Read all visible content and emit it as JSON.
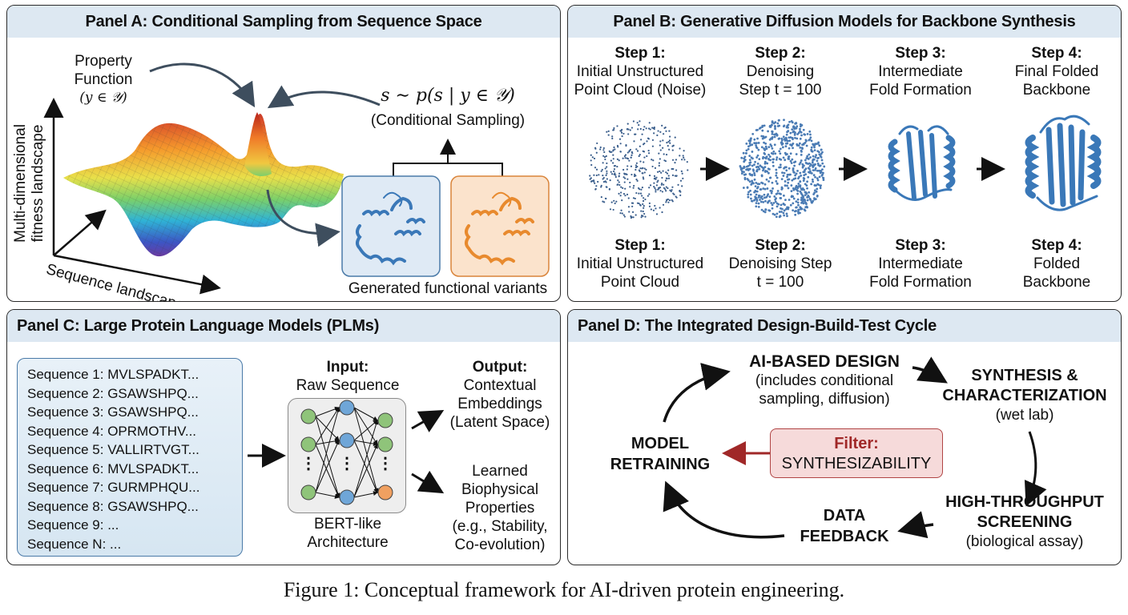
{
  "figure": {
    "caption": "Figure 1: Conceptual framework for AI-driven protein engineering."
  },
  "panel_a": {
    "title": "Panel A: Conditional Sampling from Sequence Space",
    "property_function": [
      "Property",
      "Function",
      "(y ∈ 𝒴)"
    ],
    "y_axis_label": [
      "Multi-dimensional",
      "fitness landscape"
    ],
    "x_axis_label": "Sequence landscape",
    "formula": "s ∼ p(s | y ∈ 𝒴)",
    "formula_caption": "(Conditional Sampling)",
    "variants_label": "Generated functional variants",
    "variant_colors": {
      "blue": "#3a78b8",
      "orange": "#e88a2e"
    }
  },
  "panel_b": {
    "title": "Panel B: Generative Diffusion Models for Backbone Synthesis",
    "top_steps": [
      {
        "step": "Step 1:",
        "line1": "Initial Unstructured",
        "line2": "Point Cloud (Noise)"
      },
      {
        "step": "Step 2:",
        "line1": "Denoising",
        "line2": "Step t = 100"
      },
      {
        "step": "Step 3:",
        "line1": "Intermediate",
        "line2": "Fold Formation"
      },
      {
        "step": "Step 4:",
        "line1": "Final Folded",
        "line2": "Backbone"
      }
    ],
    "bottom_steps": [
      {
        "step": "Step 1:",
        "line1": "Initial Unstructured",
        "line2": "Point Cloud"
      },
      {
        "step": "Step 2:",
        "line1": "Denoising Step",
        "line2": "t = 100"
      },
      {
        "step": "Step 3:",
        "line1": "Intermediate",
        "line2": "Fold Formation"
      },
      {
        "step": "Step 4:",
        "line1": "Folded",
        "line2": "Backbone"
      }
    ],
    "structure_color": "#3a78b8"
  },
  "panel_c": {
    "title": "Panel C:  Large Protein Language Models (PLMs)",
    "sequences": [
      "Sequence 1: MVLSPADKT...",
      "Sequence 2: GSAWSHPQ...",
      "Sequence 3: GSAWSHPQ...",
      "Sequence 4: OPRMOTHV...",
      "Sequence 5: VALLIRTVGT...",
      "Sequence 6: MVLSPADKT...",
      "Sequence 7: GURMPHQU...",
      "Sequence 8: GSAWSHPQ...",
      "Sequence 9: ...",
      "Sequence N: ..."
    ],
    "input_label": "Input:",
    "input_desc": "Raw Sequence",
    "architecture": [
      "BERT-like",
      "Architecture"
    ],
    "output_label": "Output:",
    "output_1": [
      "Contextual",
      "Embeddings",
      "(Latent Space)"
    ],
    "output_2": [
      "Learned",
      "Biophysical",
      "Properties",
      "(e.g., Stability,",
      "Co-evolution)"
    ],
    "node_colors": {
      "input": "#8fc47a",
      "hidden": "#6fa6d8",
      "output_special": "#f0a060"
    }
  },
  "panel_d": {
    "title": "Panel D: The Integrated Design-Build-Test Cycle",
    "design": {
      "title": "AI-BASED DESIGN",
      "sub": [
        "(includes conditional",
        "sampling, diffusion)"
      ]
    },
    "synthesis": {
      "title": [
        "SYNTHESIS &",
        "CHARACTERIZATION"
      ],
      "sub": "(wet lab)"
    },
    "screening": {
      "title": [
        "HIGH-THROUGHPUT",
        "SCREENING"
      ],
      "sub": "(biological assay)"
    },
    "feedback": {
      "title": [
        "DATA",
        "FEEDBACK"
      ]
    },
    "retraining": {
      "title": [
        "MODEL",
        "RETRAINING"
      ]
    },
    "filter": {
      "label": "Filter:",
      "value": "SYNTHESIZABILITY",
      "color": "#a02828"
    }
  }
}
